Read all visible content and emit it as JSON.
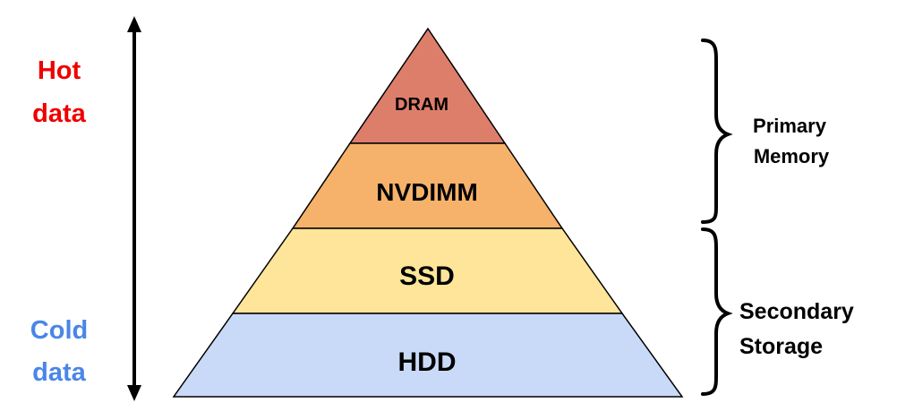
{
  "temperature": {
    "hot_line1": "Hot",
    "hot_line2": "data",
    "cold_line1": "Cold",
    "cold_line2": "data",
    "hot_color": "#ee0000",
    "cold_color": "#4a86e8"
  },
  "pyramid": {
    "tiers": [
      {
        "label": "DRAM",
        "fill": "#dd7e6b"
      },
      {
        "label": "NVDIMM",
        "fill": "#f6b26b"
      },
      {
        "label": "SSD",
        "fill": "#ffe599"
      },
      {
        "label": "HDD",
        "fill": "#c9daf8"
      }
    ]
  },
  "groups": {
    "primary_line1": "Primary",
    "primary_line2": "Memory",
    "secondary_line1": "Secondary",
    "secondary_line2": "Storage"
  }
}
